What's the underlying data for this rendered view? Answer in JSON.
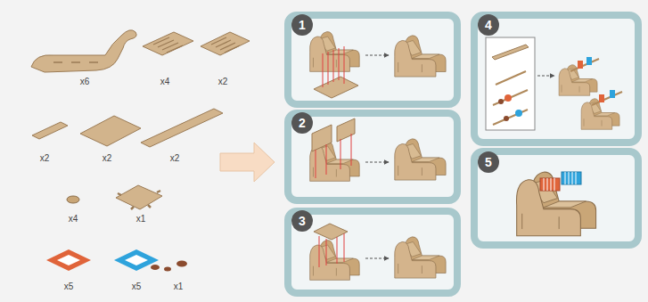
{
  "diagram": {
    "nodes": [
      {
        "text": [
          "1"
        ]
      },
      {
        "text": [
          "2"
        ]
      },
      {
        "text": [
          "3"
        ]
      },
      {
        "text": [
          "4"
        ]
      },
      {
        "text": [
          "5"
        ]
      }
    ],
    "labels": [
      "x6",
      "x4",
      "x2",
      "x2",
      "x2",
      "x2",
      "x4",
      "x1",
      "x5",
      "x5",
      "x1"
    ]
  }
}
